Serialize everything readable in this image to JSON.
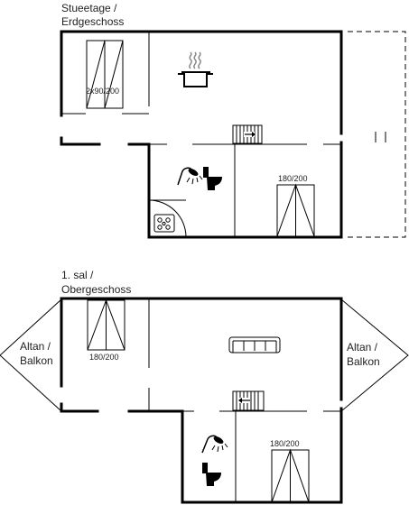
{
  "floors": {
    "ground": {
      "title_line1": "Stueetage /",
      "title_line2": "Erdgeschoss",
      "bed_left": "2x90/200",
      "bed_right": "180/200"
    },
    "first": {
      "title_line1": "1. sal /",
      "title_line2": "Obergeschoss",
      "bed_left": "180/200",
      "bed_right": "180/200",
      "balcony_left_line1": "Altan /",
      "balcony_left_line2": "Balkon",
      "balcony_right_line1": "Altan /",
      "balcony_right_line2": "Balkon"
    }
  }
}
